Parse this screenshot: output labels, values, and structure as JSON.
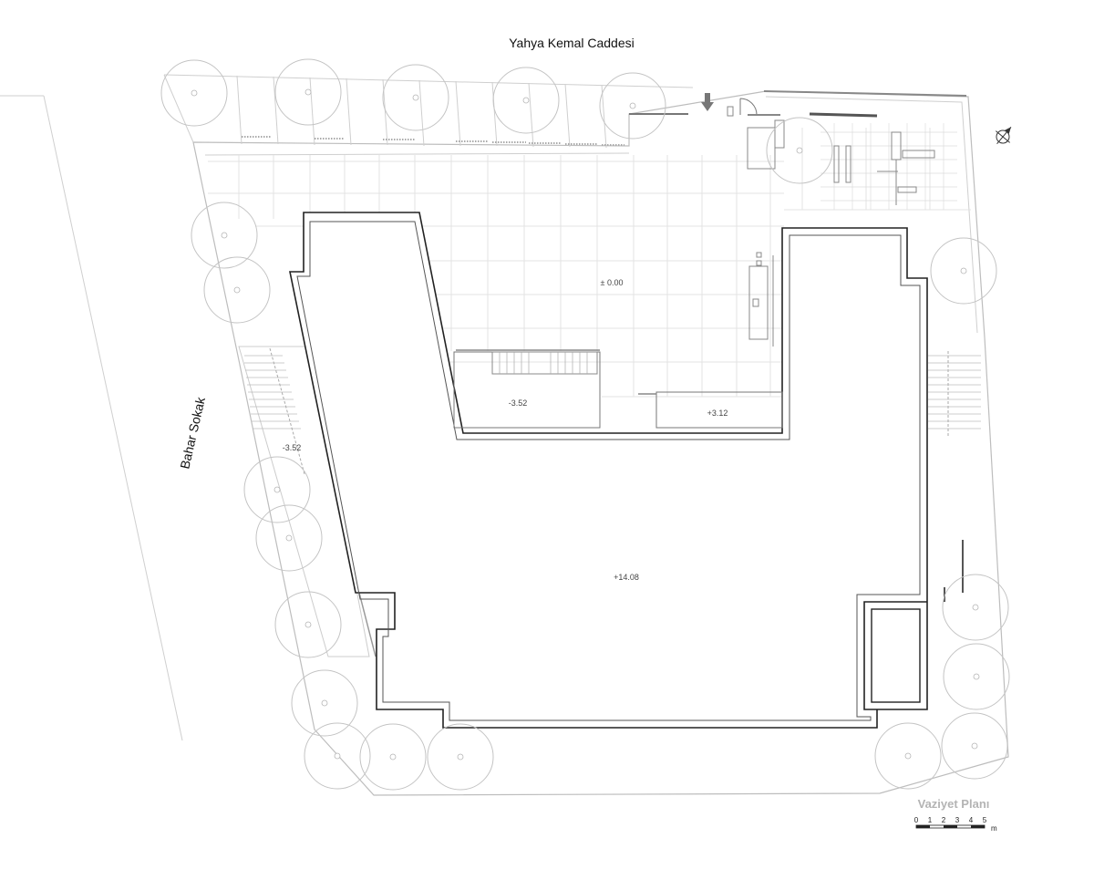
{
  "streets": {
    "north": "Yahya Kemal Caddesi",
    "west": "Bahar Sokak"
  },
  "elevations": {
    "courtyard": "± 0.00",
    "sunken_left": "-3.52",
    "terrace_right": "+3.12",
    "side_ramp": "-3.52",
    "roof": "+14.08"
  },
  "legend": {
    "title": "Vaziyet Planı",
    "scale_ticks": [
      "0",
      "1",
      "2",
      "3",
      "4",
      "5"
    ],
    "scale_unit": "m"
  },
  "trees": [
    {
      "id": "n1"
    },
    {
      "id": "n2"
    },
    {
      "id": "n3"
    },
    {
      "id": "n4"
    },
    {
      "id": "n5"
    },
    {
      "id": "n6"
    },
    {
      "id": "w1"
    },
    {
      "id": "w2"
    },
    {
      "id": "w3"
    },
    {
      "id": "w4"
    },
    {
      "id": "w5"
    },
    {
      "id": "w6"
    },
    {
      "id": "s1"
    },
    {
      "id": "s2"
    },
    {
      "id": "s3"
    },
    {
      "id": "s4"
    },
    {
      "id": "s5"
    },
    {
      "id": "e1"
    },
    {
      "id": "e2"
    },
    {
      "id": "e3"
    },
    {
      "id": "e4"
    }
  ],
  "colors": {
    "building_outline": "#222222",
    "site_lines": "#cfcfcf",
    "tree_lines": "#c4c4c4",
    "title": "#b4b4b4"
  }
}
